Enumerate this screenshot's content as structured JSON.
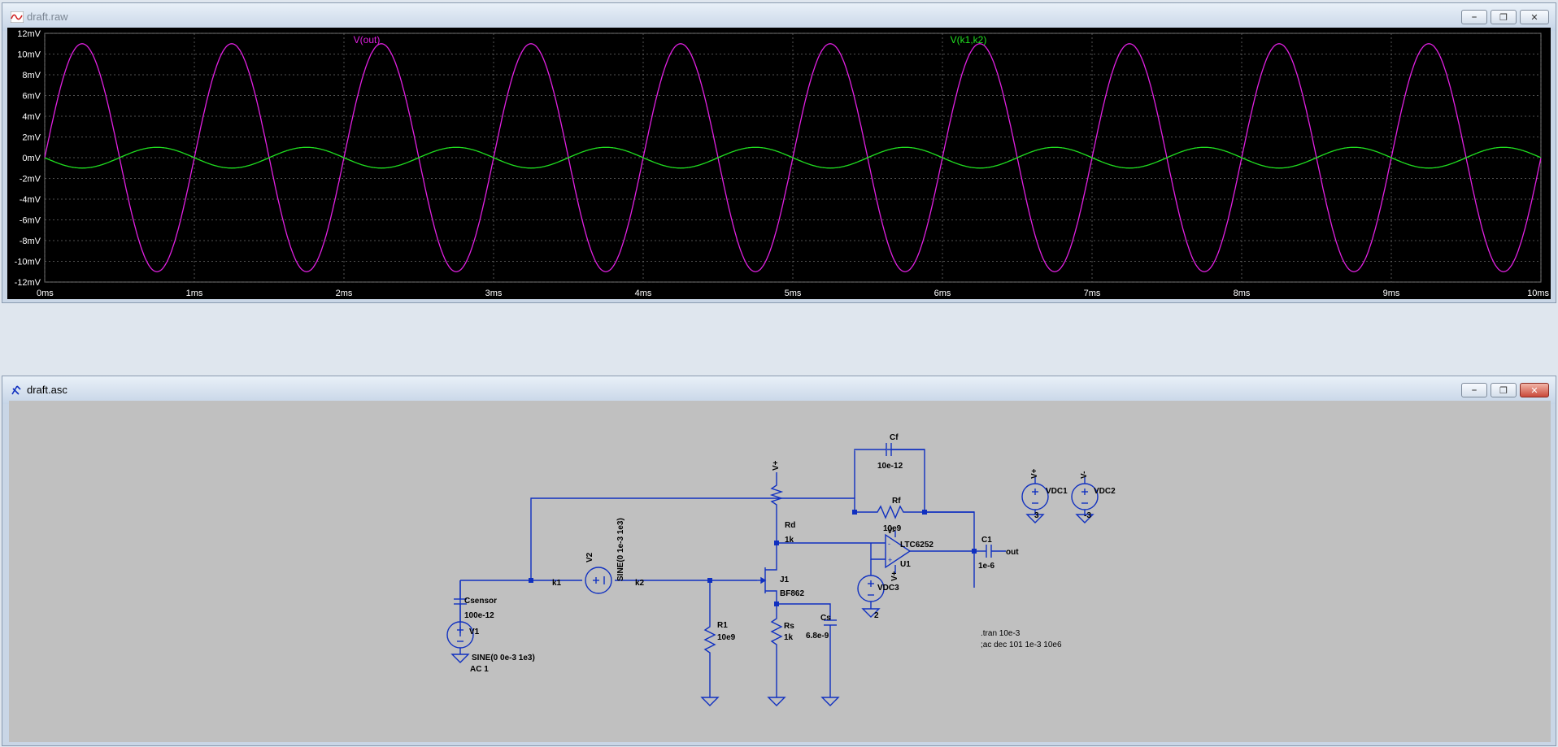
{
  "waveform_window": {
    "title": "draft.raw",
    "controls": [
      "minimize-icon",
      "maximize-icon",
      "close-icon"
    ]
  },
  "schematic_window": {
    "title": "draft.asc",
    "controls": [
      "minimize-icon",
      "maximize-icon",
      "close-icon"
    ]
  },
  "chart_data": {
    "type": "line",
    "background": "#000000",
    "grid": true,
    "x": {
      "label": "",
      "range": [
        0,
        10
      ],
      "unit": "ms",
      "ticks": [
        "0ms",
        "1ms",
        "2ms",
        "3ms",
        "4ms",
        "5ms",
        "6ms",
        "7ms",
        "8ms",
        "9ms",
        "10ms"
      ]
    },
    "y": {
      "label": "",
      "range": [
        -12,
        12
      ],
      "unit": "mV",
      "ticks": [
        "12mV",
        "10mV",
        "8mV",
        "6mV",
        "4mV",
        "2mV",
        "0mV",
        "-2mV",
        "-4mV",
        "-6mV",
        "-8mV",
        "-10mV",
        "-12mV"
      ]
    },
    "series": [
      {
        "name": "V(out)",
        "color": "#e020e0",
        "waveform": "sine",
        "amplitude_mV": 11,
        "frequency_kHz": 1,
        "phase_deg": 0
      },
      {
        "name": "V(k1,k2)",
        "color": "#20e020",
        "waveform": "sine",
        "amplitude_mV": -1,
        "frequency_kHz": 1,
        "phase_deg": 0
      }
    ]
  },
  "schematic": {
    "wire_color": "#1030c0",
    "labels": {
      "cf_name": "Cf",
      "cf_value": "10e-12",
      "rf_name": "Rf",
      "rf_value": "10e9",
      "vdc1_name": "VDC1",
      "vdc1_value": "3",
      "vdc1_node": "V+",
      "vdc2_name": "VDC2",
      "vdc2_value": "-3",
      "vdc2_node": "V-",
      "rd_name": "Rd",
      "rd_value": "1k",
      "vplus_node": "V+",
      "v2_name": "V2",
      "v2_value": "SINE(0 1e-3 1e3)",
      "k1": "k1",
      "k2": "k2",
      "j1_name": "J1",
      "j1_value": "BF862",
      "u1_part": "LTC6252",
      "u1_name": "U1",
      "u1_vminus": "V-",
      "u1_vplus": "V+",
      "c1_name": "C1",
      "c1_value": "1e-6",
      "out_node": "out",
      "csensor_name": "Csensor",
      "csensor_value": "100e-12",
      "v1_name": "V1",
      "v1_value": "SINE(0 0e-3 1e3)",
      "v1_ac": "AC 1",
      "r1_name": "R1",
      "r1_value": "10e9",
      "rs_name": "Rs",
      "rs_value": "1k",
      "cs_name": "Cs",
      "cs_value": "6.8e-9",
      "vdc3_name": "VDC3",
      "vdc3_value": "2",
      "directive_tran": ".tran 10e-3",
      "directive_ac": ";ac dec 101 1e-3 10e6"
    }
  }
}
